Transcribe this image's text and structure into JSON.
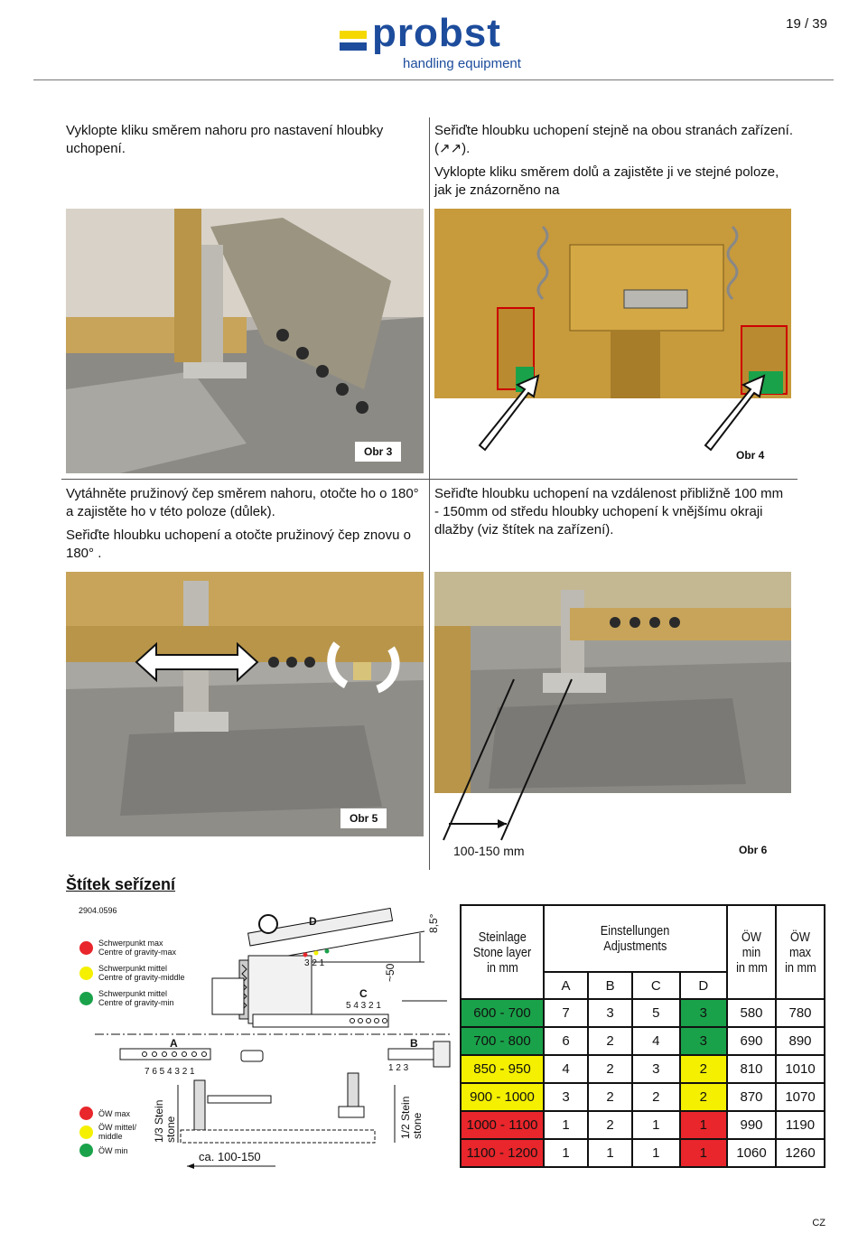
{
  "header": {
    "page_number": "19 / 39",
    "logo_word": "probst",
    "logo_tagline": "handling equipment"
  },
  "sections": [
    {
      "paragraphs": [
        "Vyklopte kliku směrem nahoru pro nastavení hloubky uchopení."
      ],
      "caption": "Obr 3"
    },
    {
      "paragraphs": [
        "Seřiďte hloubku uchopení stejně na obou stranách zařízení.  (↗↗).",
        "Vyklopte kliku směrem dolů a zajistěte ji ve stejné poloze, jak je znázorněno na"
      ],
      "caption": "Obr 4"
    },
    {
      "paragraphs": [
        "Vytáhněte pružinový čep směrem nahoru, otočte ho o 180° a zajistěte ho v této poloze (důlek).",
        "Seřiďte hloubku uchopení a otočte pružinový čep znovu o 180° ."
      ],
      "caption": "Obr 5"
    },
    {
      "paragraphs": [
        "Seřiďte hloubku uchopení  na vzdálenost přibližně 100 mm - 150mm od středu hloubky uchopení k vnějšímu okraji dlažby (viz štítek na zařízení)."
      ],
      "caption": "Obr 6",
      "measure_label": "100-150 mm"
    }
  ],
  "plate_title": "Štítek seřízení",
  "diagram": {
    "code": "2904.0596",
    "legend_top": [
      {
        "line1": "Schwerpunkt max",
        "line2": "Centre of gravity-max",
        "color": "#e8262b"
      },
      {
        "line1": "Schwerpunkt mittel",
        "line2": "Centre of gravity-middle",
        "color": "#f4f000"
      },
      {
        "line1": "Schwerpunkt mittel",
        "line2": "Centre of gravity-min",
        "color": "#1aa24a"
      }
    ],
    "legend_bottom": [
      {
        "line1": "ÖW max",
        "line2": "",
        "color": "#e8262b"
      },
      {
        "line1": "ÖW mittel/",
        "line2": "middle",
        "color": "#f4f000"
      },
      {
        "line1": "ÖW min",
        "line2": "",
        "color": "#1aa24a"
      }
    ],
    "label_a": "A",
    "label_b": "B",
    "label_c": "C",
    "label_d": "D",
    "scale_a": "7 6 5 4 3 2 1",
    "scale_b": "1 2 3",
    "scale_c": "5 4 3 2 1",
    "scale_d": "3 2 1",
    "angle": "8,5°",
    "height": "~50",
    "stone_13": "1/3 Stein",
    "stone_13b": "stone",
    "stone_12": "1/2 Stein",
    "stone_12b": "stone",
    "ca": "ca. 100-150"
  },
  "table": {
    "h_layer": [
      "Steinlage",
      "Stone layer",
      "in mm"
    ],
    "h_adj": [
      "Einstellungen",
      "Adjustments"
    ],
    "h_owmin": [
      "ÖW min",
      "in mm"
    ],
    "h_owmax": [
      "ÖW max",
      "in mm"
    ],
    "cols": [
      "A",
      "B",
      "C",
      "D"
    ],
    "rows": [
      {
        "layer": "600 - 700",
        "a": "7",
        "b": "3",
        "c": "5",
        "d": "3",
        "min": "580",
        "max": "780",
        "color": "g"
      },
      {
        "layer": "700 - 800",
        "a": "6",
        "b": "2",
        "c": "4",
        "d": "3",
        "min": "690",
        "max": "890",
        "color": "g"
      },
      {
        "layer": "850 - 950",
        "a": "4",
        "b": "2",
        "c": "3",
        "d": "2",
        "min": "810",
        "max": "1010",
        "color": "y"
      },
      {
        "layer": "900 - 1000",
        "a": "3",
        "b": "2",
        "c": "2",
        "d": "2",
        "min": "870",
        "max": "1070",
        "color": "y"
      },
      {
        "layer": "1000 - 1100",
        "a": "1",
        "b": "2",
        "c": "1",
        "d": "1",
        "min": "990",
        "max": "1190",
        "color": "r"
      },
      {
        "layer": "1100 - 1200",
        "a": "1",
        "b": "1",
        "c": "1",
        "d": "1",
        "min": "1060",
        "max": "1260",
        "color": "r"
      }
    ]
  },
  "footer": {
    "lang": "CZ"
  }
}
